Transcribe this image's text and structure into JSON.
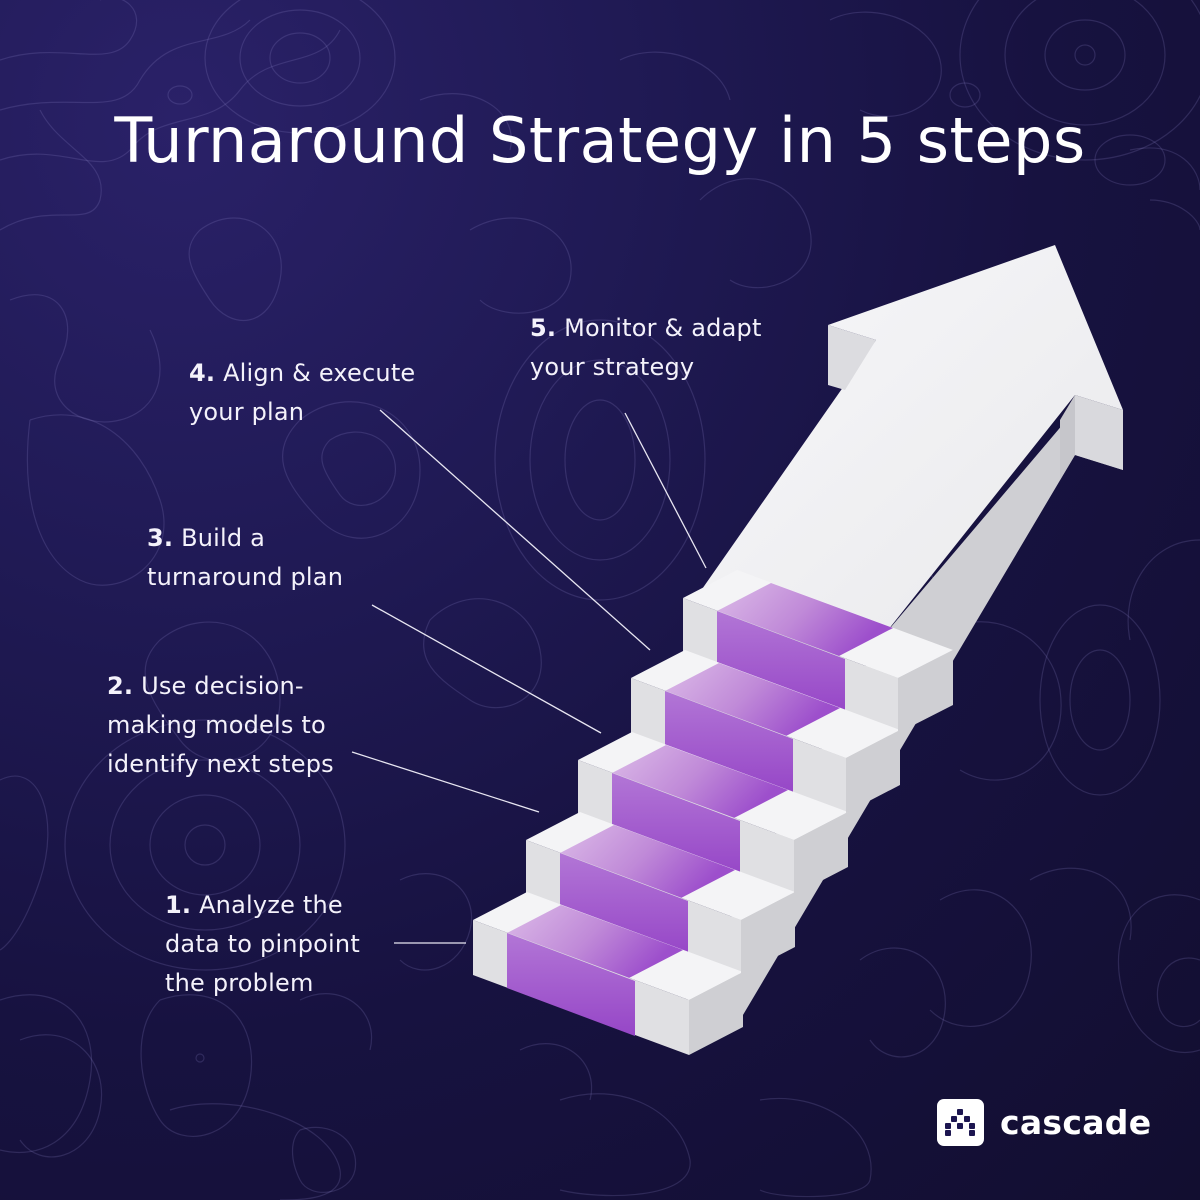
{
  "title": "Turnaround Strategy in 5 steps",
  "steps": [
    {
      "number": "1.",
      "lines": [
        "Analyze the",
        "data to pinpoint",
        "the problem"
      ]
    },
    {
      "number": "2.",
      "lines": [
        "Use decision-",
        "making models to",
        "identify next steps"
      ]
    },
    {
      "number": "3.",
      "lines": [
        "Build a",
        "turnaround plan"
      ]
    },
    {
      "number": "4.",
      "lines": [
        "Align & execute",
        "your plan"
      ]
    },
    {
      "number": "5.",
      "lines": [
        "Monitor & adapt",
        "your strategy"
      ]
    }
  ],
  "brand": {
    "name": "cascade",
    "icon": "cascade-logo-icon"
  },
  "colors": {
    "background": "#1a1545",
    "stair_white": "#f2f2f4",
    "stair_shadow": "#d4d4d8",
    "carpet_purple": "#a053cc",
    "carpet_light": "#d7b3e6",
    "text": "#ffffff"
  }
}
